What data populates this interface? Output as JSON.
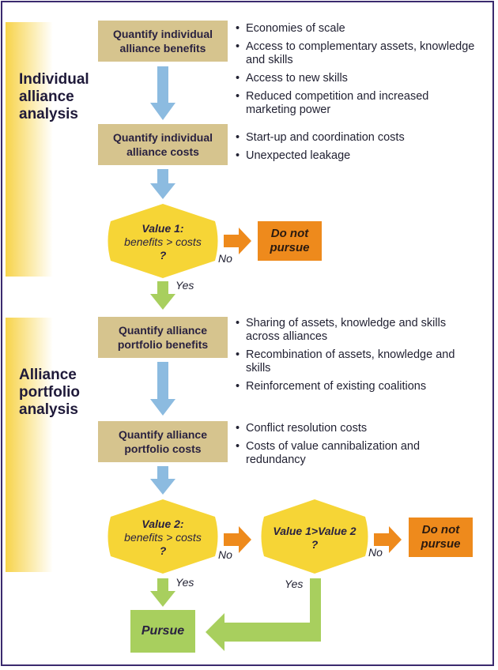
{
  "individual": {
    "title": [
      "Individual",
      "alliance",
      "analysis"
    ],
    "benefits_box": "Quantify individual alliance benefits",
    "benefits": [
      "Economies of scale",
      "Access to complementary assets, knowledge and skills",
      "Access to new skills",
      "Reduced competition and increased marketing power"
    ],
    "costs_box": "Quantify individual alliance costs",
    "costs": [
      "Start-up and coordination costs",
      "Unexpected leakage"
    ],
    "decision": {
      "line1": "Value 1:",
      "line2": "benefits > costs",
      "line3": "?"
    },
    "no_label": "No",
    "yes_label": "Yes",
    "reject": "Do not pursue"
  },
  "portfolio": {
    "title": [
      "Alliance",
      "portfolio",
      "analysis"
    ],
    "benefits_box": "Quantify alliance portfolio benefits",
    "benefits": [
      "Sharing of assets, knowledge and skills across alliances",
      "Recombination of assets, knowledge and skills",
      "Reinforcement of existing coalitions"
    ],
    "costs_box": "Quantify alliance portfolio costs",
    "costs": [
      "Conflict resolution costs",
      "Costs of value cannibalization and redundancy"
    ],
    "decision2": {
      "line1": "Value 2:",
      "line2": "benefits > costs",
      "line3": "?"
    },
    "decision3": {
      "line1": "Value 1>Value 2",
      "line2": "?"
    },
    "no_label_1": "No",
    "no_label_2": "No",
    "yes_label_1": "Yes",
    "yes_label_2": "Yes",
    "reject": "Do not pursue",
    "pursue": "Pursue"
  },
  "colors": {
    "box": "#d6c48e",
    "diamond": "#f6d536",
    "blue_arrow": "#8cbbe0",
    "green_arrow": "#a8cf5e",
    "orange": "#ee8a1c",
    "frame": "#3a2a6e"
  }
}
